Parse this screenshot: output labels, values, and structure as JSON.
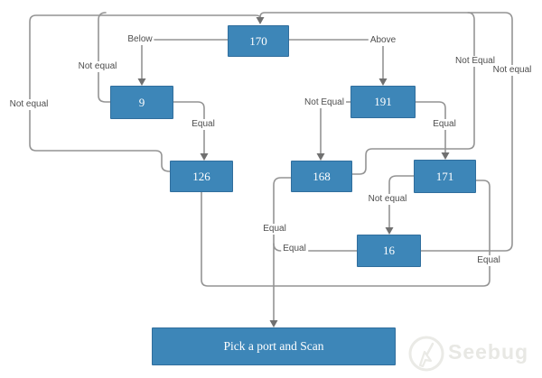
{
  "diagram": {
    "nodes": {
      "n170": {
        "label": "170"
      },
      "n9": {
        "label": "9"
      },
      "n191": {
        "label": "191"
      },
      "n126": {
        "label": "126"
      },
      "n168": {
        "label": "168"
      },
      "n171": {
        "label": "171"
      },
      "n16": {
        "label": "16"
      },
      "scan": {
        "label": "Pick a port and Scan"
      }
    },
    "edges": [
      {
        "from": "170",
        "to": "9",
        "label": "Below"
      },
      {
        "from": "170",
        "to": "191",
        "label": "Above"
      },
      {
        "from": "9",
        "to": "126",
        "label": "Equal"
      },
      {
        "from": "9",
        "to": "170",
        "label": "Not equal"
      },
      {
        "from": "126",
        "to": "170",
        "label": "Not equal"
      },
      {
        "from": "126",
        "to": "scan",
        "label": ""
      },
      {
        "from": "191",
        "to": "168",
        "label": "Not Equal"
      },
      {
        "from": "191",
        "to": "171",
        "label": "Equal"
      },
      {
        "from": "168",
        "to": "170",
        "label": "Not Equal"
      },
      {
        "from": "168",
        "to": "scan",
        "label": "Equal"
      },
      {
        "from": "171",
        "to": "16",
        "label": "Not equal"
      },
      {
        "from": "171",
        "to": "scan",
        "label": "Equal"
      },
      {
        "from": "16",
        "to": "170",
        "label": "Not equal"
      },
      {
        "from": "16",
        "to": "scan",
        "label": "Equal"
      }
    ]
  },
  "watermark": {
    "brand": "Seebug"
  },
  "colors": {
    "node_fill": "#3d86b8",
    "node_border": "#306e9d",
    "node_text": "#ffffff",
    "line": "#949494",
    "arrowhead": "#707070",
    "edge_label_text": "#4d4d4d",
    "watermark": "#e8e8e4"
  }
}
